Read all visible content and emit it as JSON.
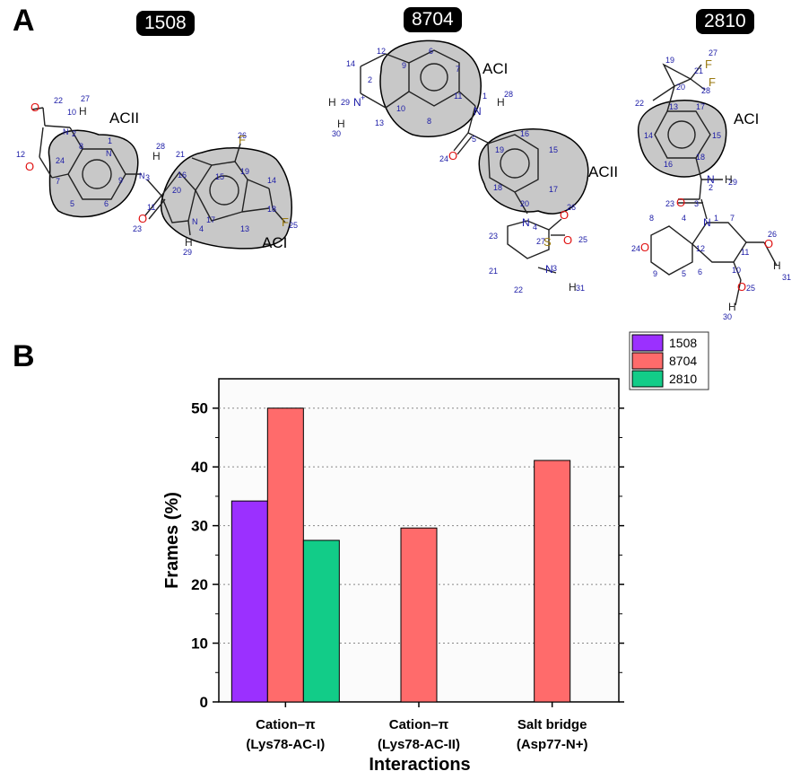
{
  "panel_a": {
    "label": "A",
    "molecules": [
      {
        "id": "1508",
        "ring_labels": [
          "ACII",
          "ACI"
        ]
      },
      {
        "id": "8704",
        "ring_labels": [
          "ACI",
          "ACII"
        ]
      },
      {
        "id": "2810",
        "ring_labels": [
          "ACI"
        ]
      }
    ]
  },
  "panel_b": {
    "label": "B"
  },
  "colors": {
    "1508": "#9b30ff",
    "8704": "#ff6b6b",
    "2810": "#12cc88",
    "ring_fill": "#c8c8c8",
    "atom_blue": "#1a1aa6",
    "atom_red": "#e01010",
    "atom_olive": "#9a7a10"
  },
  "chart_data": {
    "type": "bar",
    "categories": [
      [
        "Cation–π",
        "(Lys78-AC-I)"
      ],
      [
        "Cation–π",
        "(Lys78-AC-II)"
      ],
      [
        "Salt bridge",
        "(Asp77-N+)"
      ]
    ],
    "series": [
      {
        "name": "1508",
        "values": [
          34.2,
          null,
          null
        ]
      },
      {
        "name": "8704",
        "values": [
          50.0,
          29.6,
          41.1
        ]
      },
      {
        "name": "2810",
        "values": [
          27.5,
          null,
          null
        ]
      }
    ],
    "xlabel": "Interactions",
    "ylabel": "Frames (%)",
    "ylim": [
      0,
      55
    ],
    "yticks": [
      0,
      10,
      20,
      30,
      40,
      50
    ],
    "grid": "horizontal dotted",
    "legend": "top-right, outside plot"
  }
}
